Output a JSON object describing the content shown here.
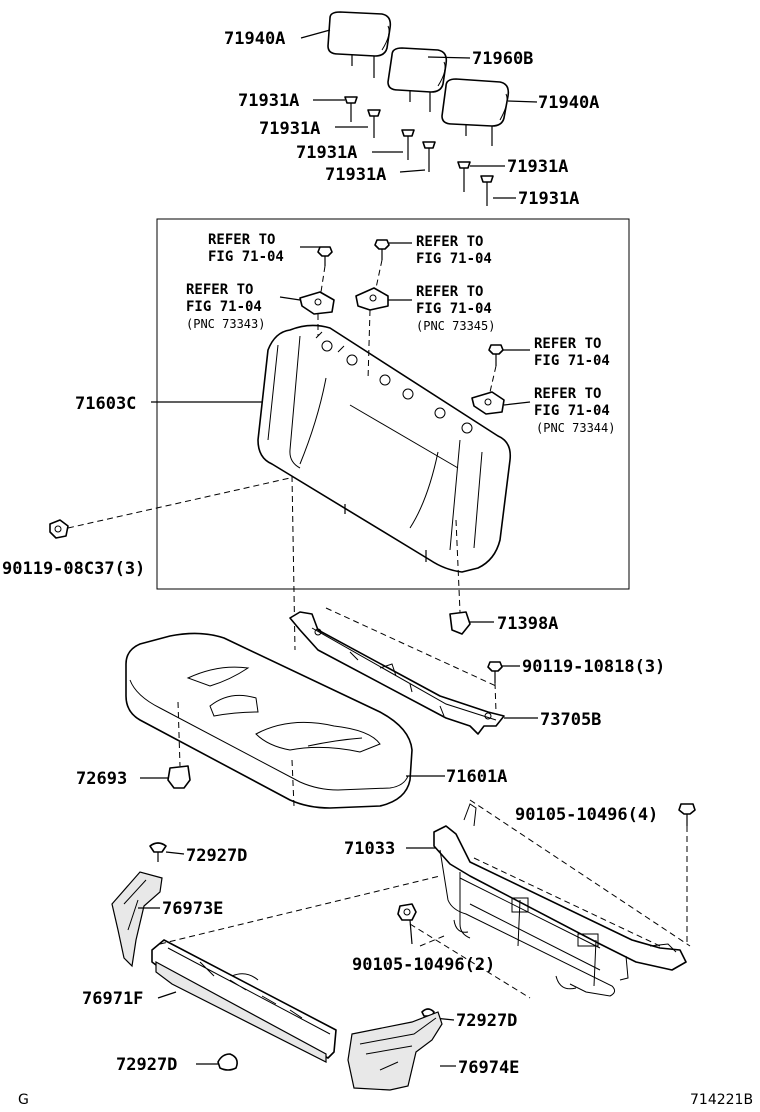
{
  "labels": {
    "hr_71940A_top": "71940A",
    "hr_71960B": "71960B",
    "hr_71940A_right": "71940A",
    "s1": "71931A",
    "s2": "71931A",
    "s3": "71931A",
    "s4": "71931A",
    "s5": "71931A",
    "s6": "71931A",
    "back_71603C": "71603C",
    "bolt_90119_08C37": "90119-08C37(3)",
    "clip_71398A": "71398A",
    "bolt_90119_10818": "90119-10818(3)",
    "bracket_73705B": "73705B",
    "clip_72693": "72693",
    "cushion_71601A": "71601A",
    "frame_71033": "71033",
    "bolt_90105_10496_4": "90105-10496(4)",
    "clip_72927D_a": "72927D",
    "cover_76973E": "76973E",
    "bolt_90105_10496_2": "90105-10496(2)",
    "board_76971F": "76971F",
    "clip_72927D_b": "72927D",
    "clip_72927D_c": "72927D",
    "cover_76974E": "76974E"
  },
  "refs": {
    "r1_line1": "REFER TO",
    "r1_line2": "FIG 71-04",
    "r2_line1": "REFER TO",
    "r2_line2": "FIG 71-04",
    "r3_line1": "REFER TO",
    "r3_line2": "FIG 71-04",
    "r3_pnc": "(PNC 73343)",
    "r4_line1": "REFER TO",
    "r4_line2": "FIG 71-04",
    "r4_pnc": "(PNC 73345)",
    "r5_line1": "REFER TO",
    "r5_line2": "FIG 71-04",
    "r6_line1": "REFER TO",
    "r6_line2": "FIG 71-04",
    "r6_pnc": "(PNC 73344)"
  },
  "footer": {
    "left": "G",
    "right": "714221B"
  }
}
